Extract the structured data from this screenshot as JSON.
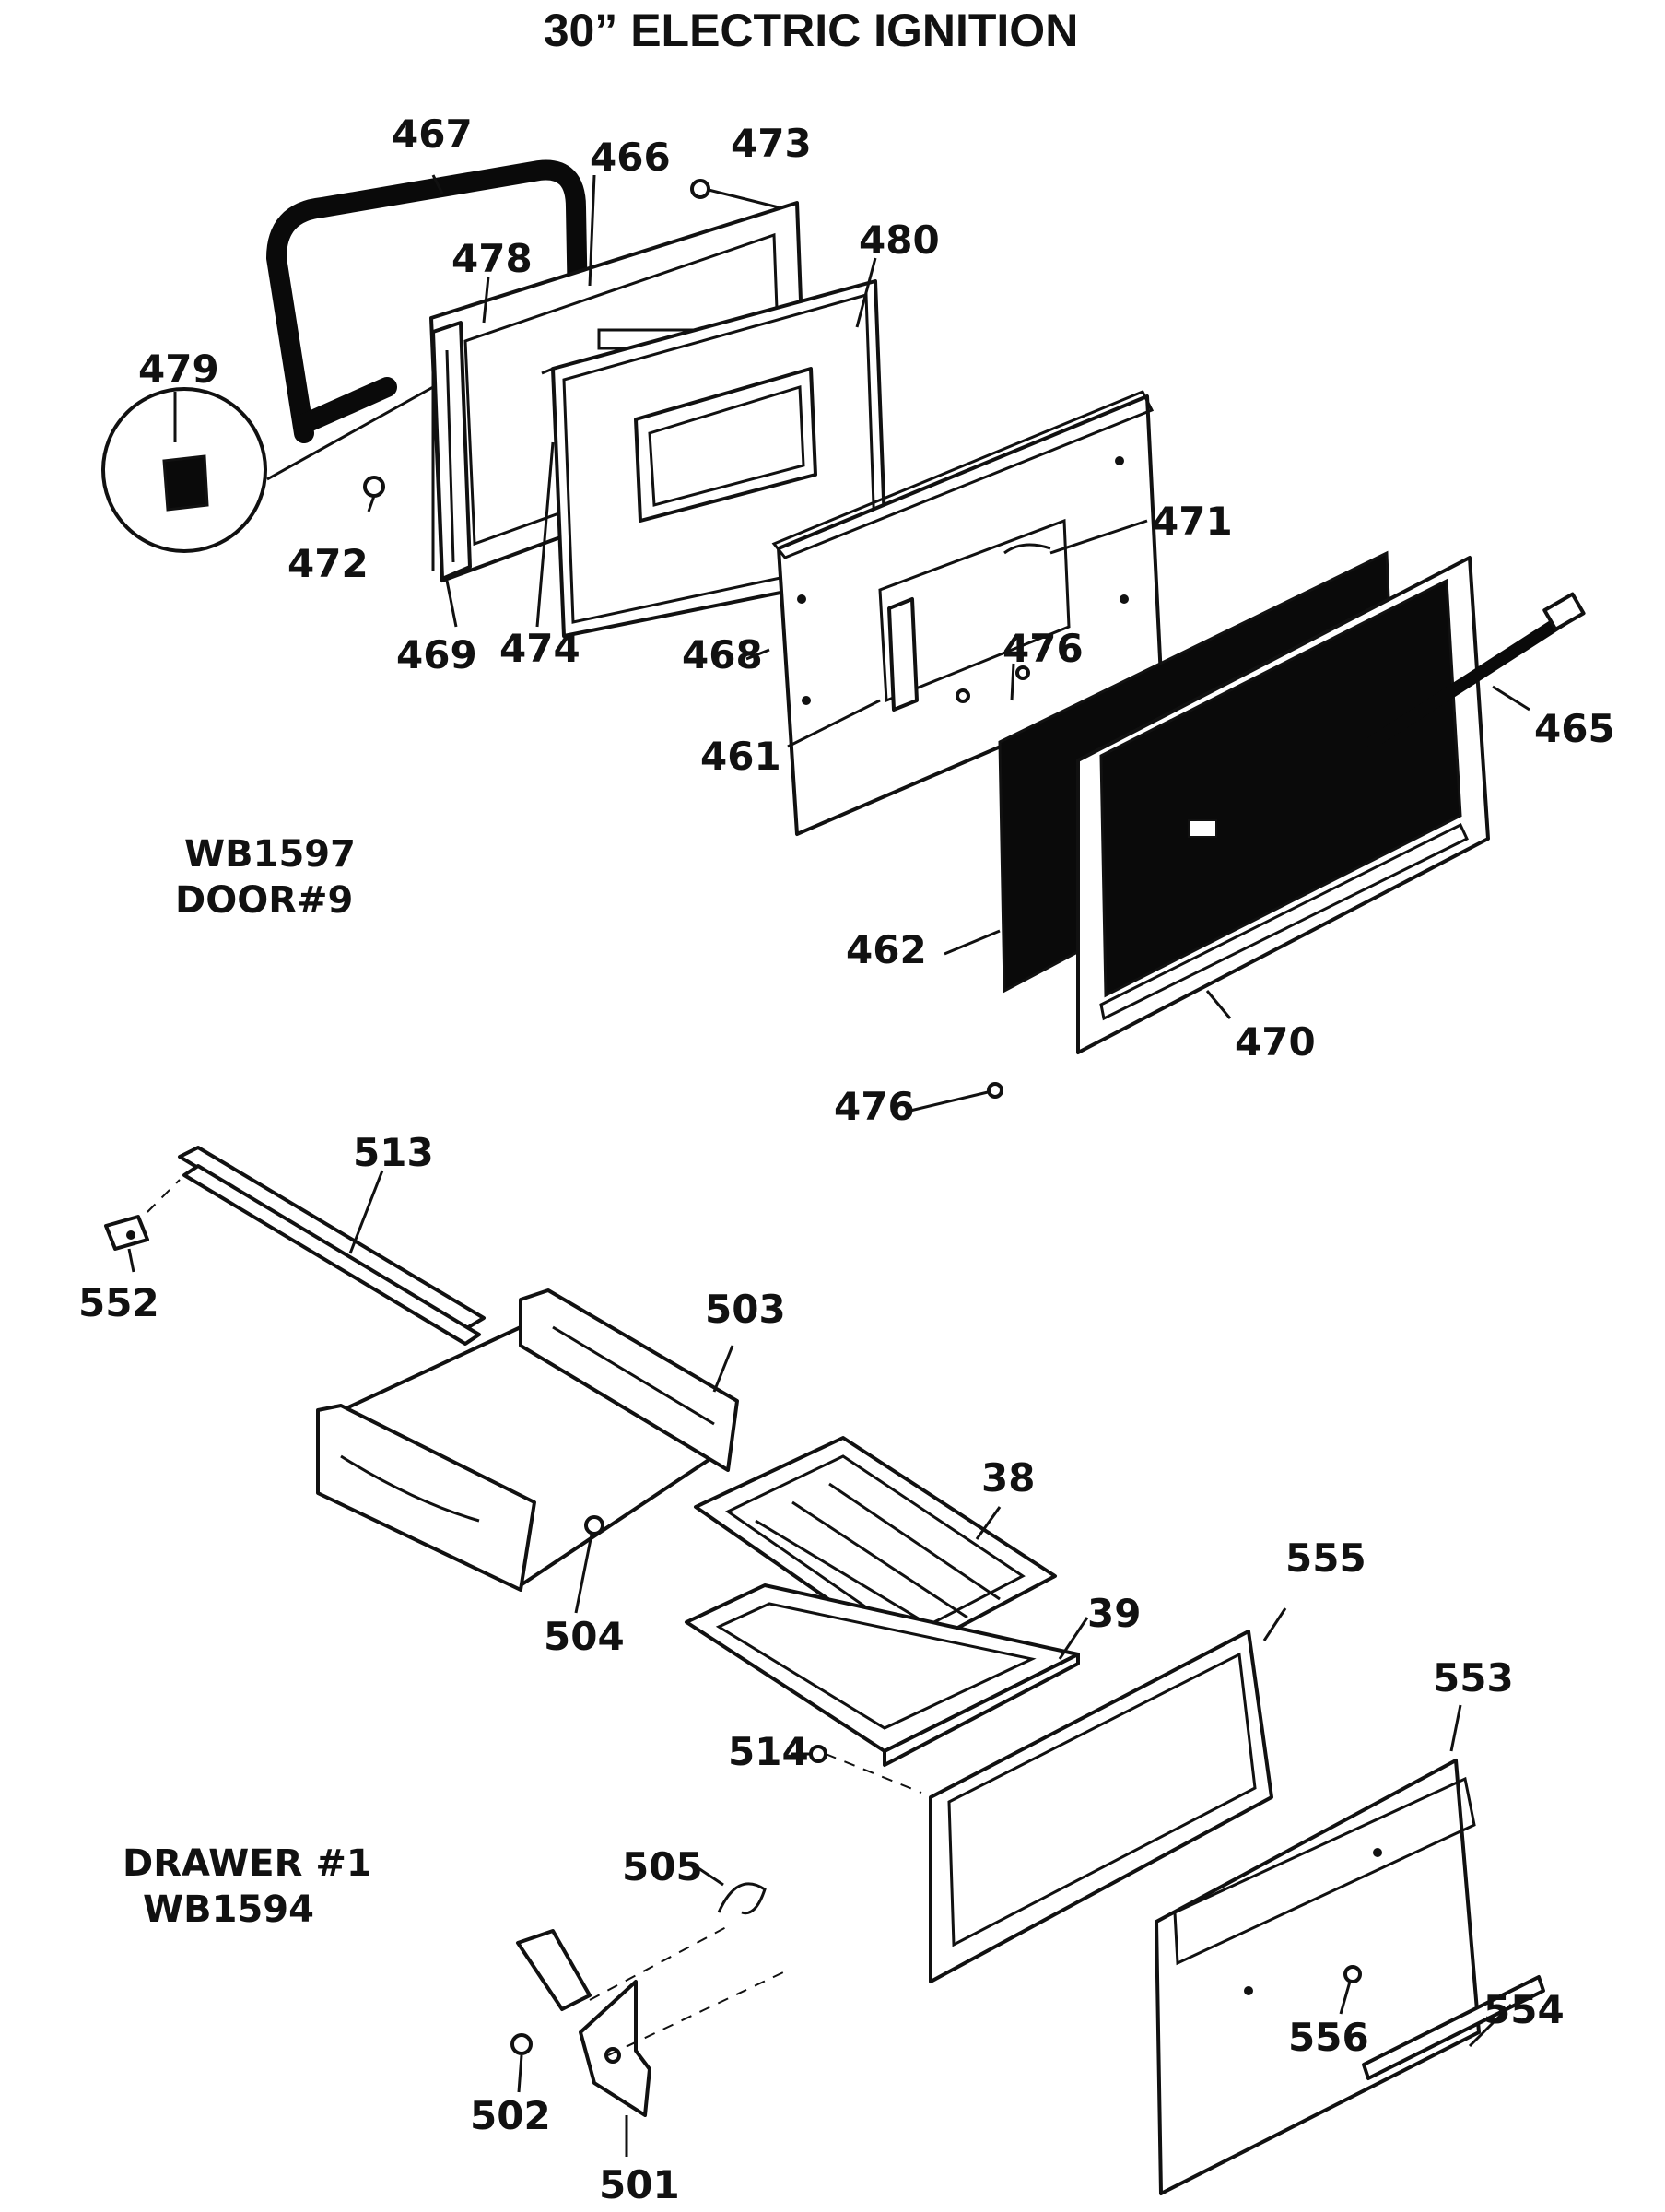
{
  "title": "30” ELECTRIC IGNITION",
  "door_note": {
    "model": "WB1597",
    "door": "DOOR#9"
  },
  "drawer_note": {
    "drawer": "DRAWER #1",
    "model": "WB1594"
  },
  "callouts": {
    "467": "467",
    "466": "466",
    "473": "473",
    "478": "478",
    "480": "480",
    "479": "479",
    "472": "472",
    "469": "469",
    "474": "474",
    "471": "471",
    "468": "468",
    "476a": "476",
    "465": "465",
    "461": "461",
    "462": "462",
    "470": "470",
    "476b": "476",
    "513": "513",
    "552": "552",
    "503": "503",
    "38": "38",
    "504": "504",
    "555": "555",
    "39": "39",
    "553": "553",
    "514": "514",
    "505": "505",
    "556": "556",
    "554": "554",
    "502": "502",
    "501": "501"
  }
}
